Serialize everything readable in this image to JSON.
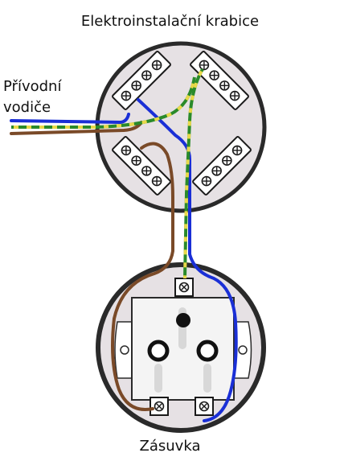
{
  "labels": {
    "junction_box": "Elektroinstalační krabice",
    "supply_line1": "Přívodní",
    "supply_line2": "vodiče",
    "socket": "Zásuvka"
  },
  "colors": {
    "phase_brown": "#7a4a28",
    "neutral_blue": "#1a2fd6",
    "earth_green": "#2a8a2a",
    "earth_yellow": "#e8d94a",
    "box_fill": "#e6e1e4",
    "box_stroke": "#2a2a2a",
    "terminal_fill": "#ffffff",
    "socket_face": "#f4f4f4"
  },
  "icons": {
    "terminal_screw": "screw-icon",
    "socket_earth_pin": "earth-pin-icon",
    "socket_hole": "socket-hole-icon"
  }
}
